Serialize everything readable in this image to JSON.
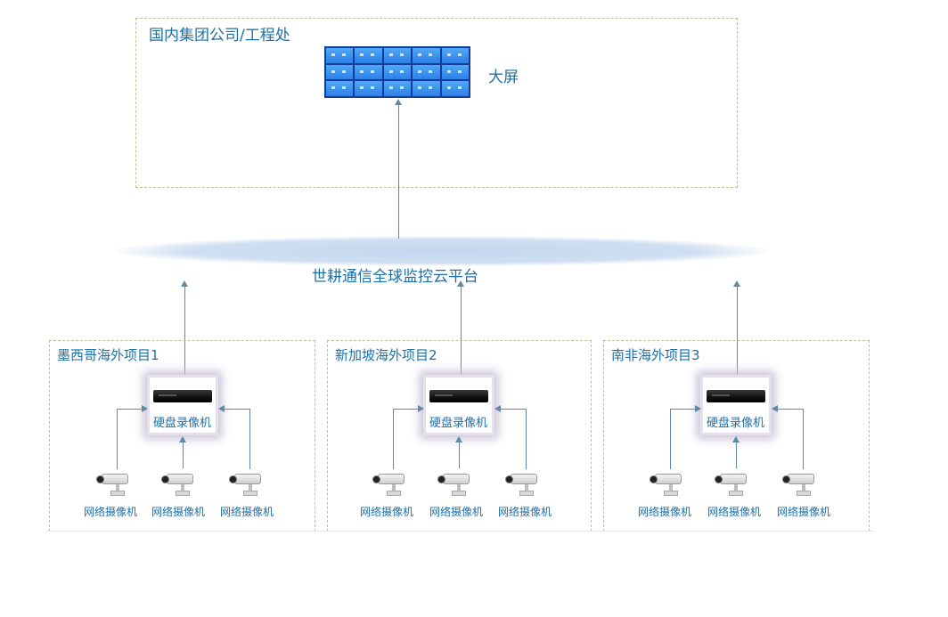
{
  "headquarters": {
    "title": "国内集团公司/工程处",
    "screen_label": "大屏"
  },
  "cloud_platform": {
    "label": "世耕通信全球监控云平台"
  },
  "sites": [
    {
      "title": "墨西哥海外项目1",
      "recorder_label": "硬盘录像机",
      "cameras": [
        "网络摄像机",
        "网络摄像机",
        "网络摄像机"
      ]
    },
    {
      "title": "新加坡海外项目2",
      "recorder_label": "硬盘录像机",
      "cameras": [
        "网络摄像机",
        "网络摄像机",
        "网络摄像机"
      ]
    },
    {
      "title": "南非海外项目3",
      "recorder_label": "硬盘录像机",
      "cameras": [
        "网络摄像机",
        "网络摄像机",
        "网络摄像机"
      ]
    }
  ],
  "colors": {
    "label_blue": "#1d6fa8",
    "line": "#5f89ab",
    "dashed_border": "#b9c29a",
    "cloud": "#c3d6ee"
  },
  "icons": {
    "screen": "video-wall-icon",
    "recorder": "dvr-icon",
    "camera": "ip-camera-icon",
    "platform": "cloud-icon"
  }
}
